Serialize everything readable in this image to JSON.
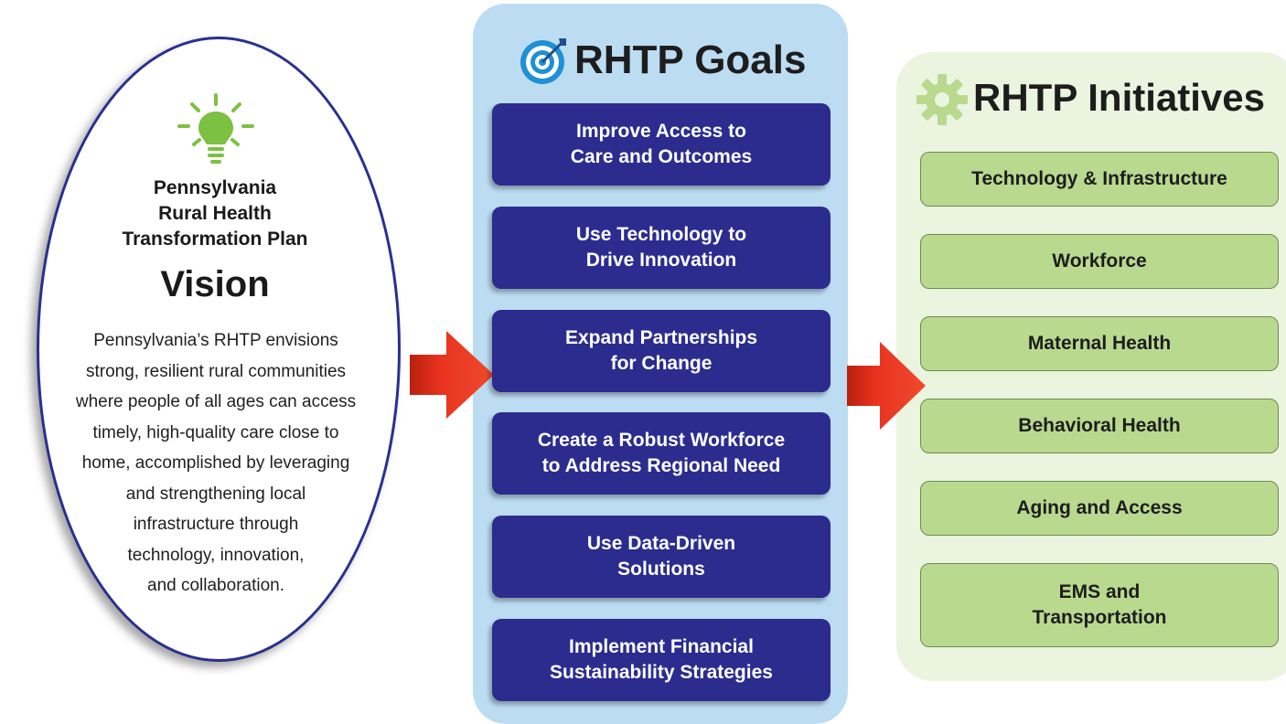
{
  "vision": {
    "heading_lines": [
      "Pennsylvania",
      "Rural Health",
      "Transformation Plan"
    ],
    "title": "Vision",
    "body_lines": [
      "Pennsylvania’s RHTP envisions",
      "strong, resilient rural communities",
      "where people of all ages can access",
      "timely, high-quality care close to",
      "home, accomplished by leveraging",
      "and strengthening local",
      "infrastructure through",
      "technology, innovation,",
      "and collaboration."
    ],
    "icon": "lightbulb-icon"
  },
  "goals": {
    "title": "RHTP Goals",
    "icon": "target-icon",
    "items": [
      {
        "lines": [
          "Improve Access to",
          "Care and Outcomes"
        ]
      },
      {
        "lines": [
          "Use Technology to",
          "Drive Innovation"
        ]
      },
      {
        "lines": [
          "Expand Partnerships",
          "for Change"
        ]
      },
      {
        "lines": [
          "Create a Robust Workforce",
          "to Address Regional Need"
        ]
      },
      {
        "lines": [
          "Use Data-Driven",
          "Solutions"
        ]
      },
      {
        "lines": [
          "Implement Financial",
          "Sustainability Strategies"
        ]
      }
    ]
  },
  "initiatives": {
    "title": "RHTP Initiatives",
    "icon": "gear-icon",
    "items": [
      {
        "lines": [
          "Technology & Infrastructure"
        ]
      },
      {
        "lines": [
          "Workforce"
        ]
      },
      {
        "lines": [
          "Maternal Health"
        ]
      },
      {
        "lines": [
          "Behavioral Health"
        ]
      },
      {
        "lines": [
          "Aging and Access"
        ]
      },
      {
        "lines": [
          "EMS and",
          "Transportation"
        ]
      }
    ]
  },
  "colors": {
    "goal_box": "#2b2c8e",
    "goals_panel": "#bcdcf2",
    "initiative_box": "#b9d98f",
    "initiatives_panel": "#eaf4df",
    "arrow": "#e8321f",
    "bulb": "#7cc142"
  }
}
